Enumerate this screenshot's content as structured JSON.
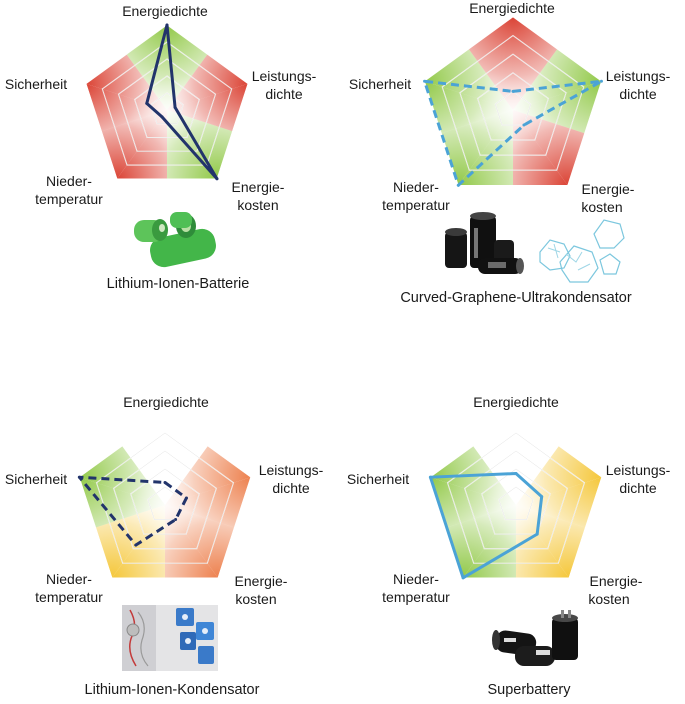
{
  "colors": {
    "red": "#d93a2b",
    "green": "#8cc63f",
    "yellow": "#f4c430",
    "orange": "#ec7a45",
    "navy": "#22346b",
    "sky": "#4ba3d6",
    "grid": "#ffffff"
  },
  "axis_labels": {
    "energiedichte": "Energiedichte",
    "leistungs_1": "Leistungs-",
    "leistungs_2": "dichte",
    "kosten_1": "Energie-",
    "kosten_2": "kosten",
    "nieder_1": "Nieder-",
    "nieder_2": "temperatur",
    "sicherheit": "Sicherheit"
  },
  "charts": [
    {
      "caption": "Lithium-Ionen-Batterie",
      "axis_colors": [
        "green",
        "red",
        "green",
        "red",
        "red"
      ],
      "values": [
        1.0,
        0.1,
        1.0,
        0.1,
        0.25
      ],
      "line_color": "navy",
      "line_style": "solid",
      "image": "green cylindrical lithium-ion cells"
    },
    {
      "caption": "Curved-Graphene-Ultrakondensator",
      "axis_colors": [
        "red",
        "green",
        "red",
        "green",
        "green"
      ],
      "values": [
        0.2,
        1.0,
        0.2,
        1.0,
        1.0
      ],
      "line_color": "sky",
      "line_style": "dashed",
      "image": "black ultracapacitors and crumpled graphene"
    },
    {
      "caption": "Lithium-Ionen-Kondensator",
      "axis_colors": [
        "white",
        "orange",
        "orange",
        "yellow",
        "green"
      ],
      "values": [
        0.25,
        0.25,
        0.2,
        0.55,
        1.0
      ],
      "line_color": "navy",
      "line_style": "dashed",
      "image": "lithium-ion capacitor electrode schematic"
    },
    {
      "caption": "Superbattery",
      "axis_colors": [
        "white",
        "yellow",
        "yellow",
        "green",
        "green"
      ],
      "values": [
        0.35,
        0.3,
        0.4,
        1.0,
        1.0
      ],
      "line_color": "sky",
      "line_style": "solid",
      "image": "black superbattery cells"
    }
  ]
}
